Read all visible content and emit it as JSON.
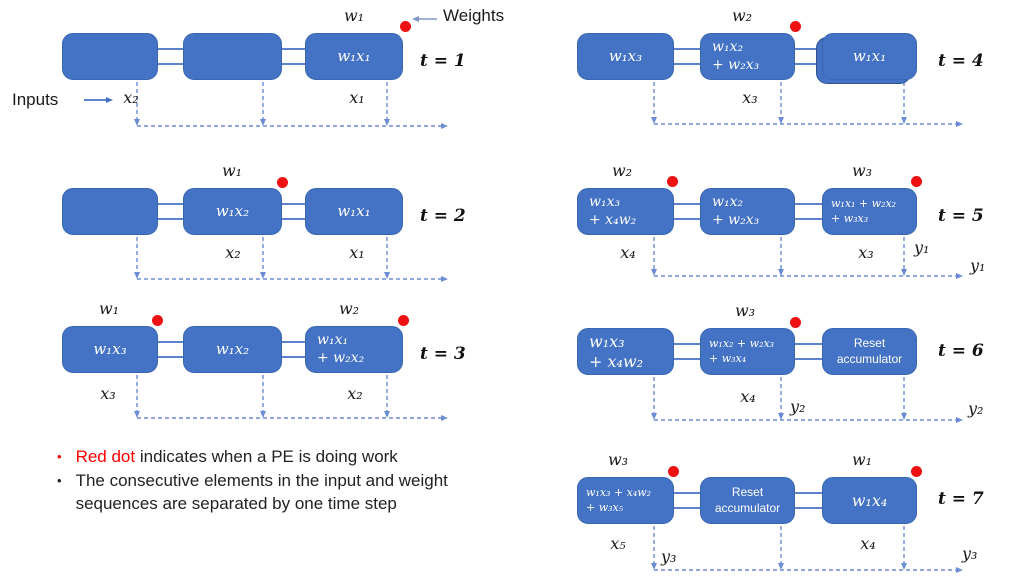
{
  "colors": {
    "box_fill": "#4472C4",
    "box_border": "#3A66B0",
    "dashed_line": "#6C8CD5",
    "solid_arrow": "#4472C4",
    "legend_arrow": "#8096C8",
    "red_dot": "#EE1111",
    "highlight_text": "#FF0000",
    "box_text": "#FFFFFF",
    "text": "#1A1A1A"
  },
  "legend": {
    "weights": "Weights",
    "inputs": "Inputs"
  },
  "bullets": {
    "marker": "•",
    "item1_highlight": "Red dot",
    "item1_rest": " indicates when a PE is doing work",
    "item2": "The consecutive elements in the input and weight\nsequences are separated by one time step"
  },
  "groups": {
    "g1": {
      "time": "t = 1",
      "box3": "w₁x₁",
      "weight": "w₁",
      "input_feed": "x₂",
      "below3": "x₁"
    },
    "g2": {
      "time": "t = 2",
      "box2": "w₁x₂",
      "box3": "w₁x₁",
      "weight": "w₁",
      "below2": "x₂",
      "below3": "x₁"
    },
    "g3": {
      "time": "t = 3",
      "box1": "w₁x₃",
      "box2": "w₁x₂",
      "box3": "w₁x₁\n+ w₂x₂",
      "weight1": "w₁",
      "weight3": "w₂",
      "below1": "x₃",
      "below3": "x₂"
    },
    "g4": {
      "time": "t = 4",
      "box1": "w₁x₃",
      "box2": "w₁x₂\n+ w₂x₃",
      "box3": "w₁x₁",
      "weight": "w₂",
      "below2": "x₃"
    },
    "g5": {
      "time": "t = 5",
      "box1": "w₁x₃\n+ x₄w₂",
      "box2": "w₁x₂\n+ w₂x₃",
      "box3": "w₁x₁ + w₂x₂\n+ w₃x₃",
      "weight1": "w₂",
      "weight3": "w₃",
      "below1": "x₄",
      "below3": "x₃",
      "out_mid": "y₁",
      "out_end": "y₁"
    },
    "g6": {
      "time": "t = 6",
      "box1": "w₁x₃\n+ x₄w₂",
      "box2": "w₁x₂ + w₂x₃\n+ w₃x₄",
      "box3": "Reset\naccumulator",
      "weight": "w₃",
      "below2": "x₄",
      "out_mid": "y₂",
      "out_end": "y₂"
    },
    "g7": {
      "time": "t = 7",
      "box1": "w₁x₃ + x₄w₂\n+ w₃x₅",
      "box2": "Reset\naccumulator",
      "box3": "w₁x₄",
      "weight1": "w₃",
      "weight3": "w₁",
      "below1": "x₅",
      "below3": "x₄",
      "out_mid": "y₃",
      "out_end": "y₃"
    }
  }
}
